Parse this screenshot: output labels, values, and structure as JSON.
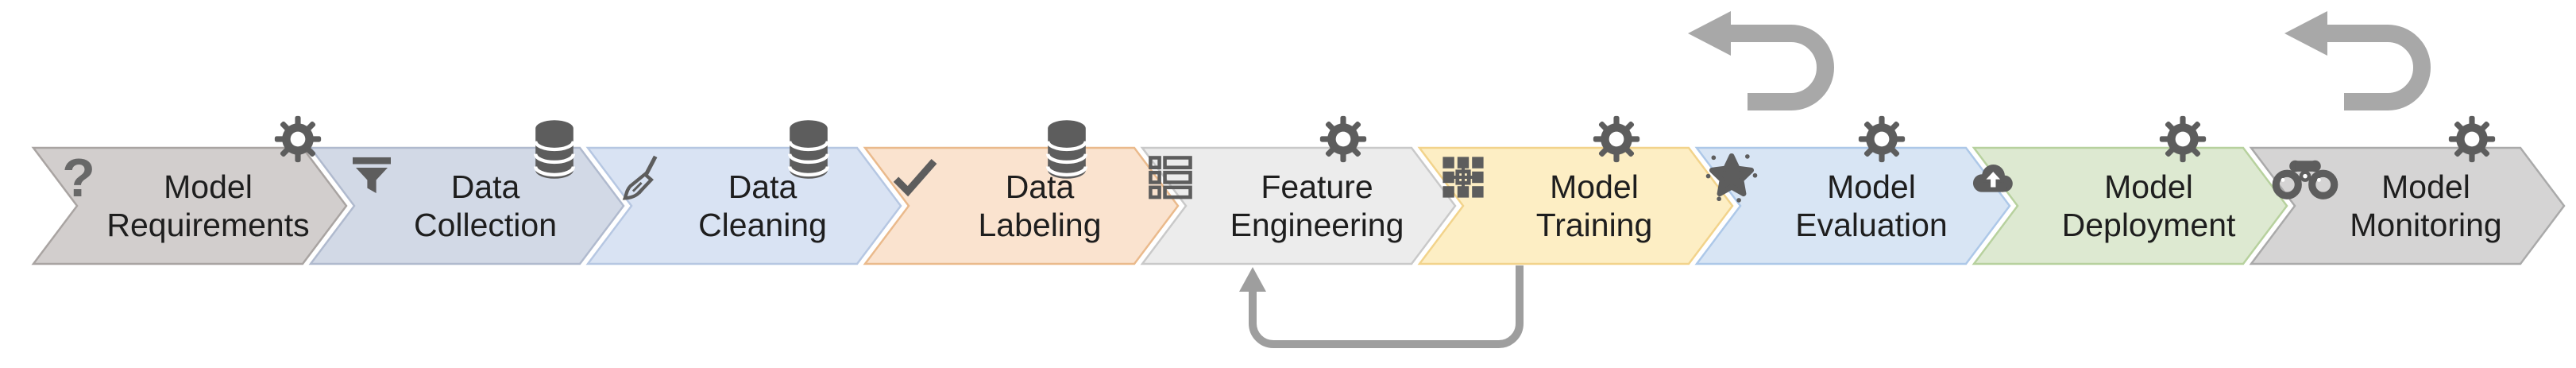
{
  "diagram": {
    "steps": [
      {
        "line1": "Model",
        "line2": "Requirements",
        "fill": "#d2cecd",
        "stroke": "#a9a4a2",
        "left_icon": "question-mark-icon",
        "top_icon": "gear-icon"
      },
      {
        "line1": "Data",
        "line2": "Collection",
        "fill": "#d2d9e6",
        "stroke": "#b0bace",
        "left_icon": "funnel-icon",
        "top_icon": "database-icon"
      },
      {
        "line1": "Data",
        "line2": "Cleaning",
        "fill": "#d9e3f3",
        "stroke": "#b6c7e2",
        "left_icon": "broom-icon",
        "top_icon": "database-icon"
      },
      {
        "line1": "Data",
        "line2": "Labeling",
        "fill": "#fae3cf",
        "stroke": "#eaba8c",
        "left_icon": "checkmark-icon",
        "top_icon": "database-icon"
      },
      {
        "line1": "Feature",
        "line2": "Engineering",
        "fill": "#ececec",
        "stroke": "#c9c9c9",
        "left_icon": "list-icon",
        "top_icon": "gear-icon"
      },
      {
        "line1": "Model",
        "line2": "Training",
        "fill": "#fdeec4",
        "stroke": "#f2d38b",
        "left_icon": "grid-icon",
        "top_icon": "gear-icon"
      },
      {
        "line1": "Model",
        "line2": "Evaluation",
        "fill": "#d8e5f4",
        "stroke": "#adc8e8",
        "left_icon": "star-sparkle-icon",
        "top_icon": "gear-icon"
      },
      {
        "line1": "Model",
        "line2": "Deployment",
        "fill": "#dde9d1",
        "stroke": "#b7d19e",
        "left_icon": "cloud-upload-icon",
        "top_icon": "gear-icon"
      },
      {
        "line1": "Model",
        "line2": "Monitoring",
        "fill": "#d5d4d4",
        "stroke": "#aaaaaa",
        "left_icon": "binoculars-icon",
        "top_icon": "gear-icon"
      }
    ],
    "question_mark_glyph": "?",
    "arrows": [
      {
        "type": "loopback",
        "from": "Model Training",
        "to": "Feature Engineering"
      },
      {
        "type": "rework-uturn",
        "above": "Model Evaluation"
      },
      {
        "type": "rework-uturn",
        "above": "Model Monitoring"
      }
    ],
    "colors": {
      "icon": "#5d5d5d",
      "text": "#1e1e1e",
      "rework_arrow": "#a8a8a8",
      "loop_arrow": "#9e9e9e",
      "background": "#ffffff"
    }
  }
}
